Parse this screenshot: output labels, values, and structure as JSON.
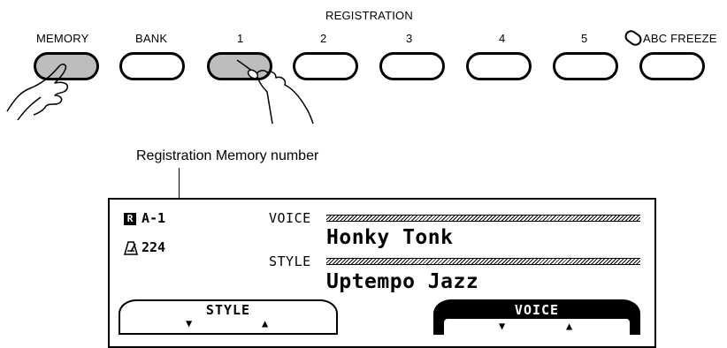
{
  "panel": {
    "registration_heading": "REGISTRATION",
    "memory_label": "MEMORY",
    "bank_label": "BANK",
    "reg_labels": [
      "1",
      "2",
      "3",
      "4",
      "5"
    ],
    "freeze_label": "ABC FREEZE"
  },
  "callout": {
    "text": "Registration Memory number"
  },
  "display": {
    "reg_icon": "R",
    "reg_number": "A-1",
    "tempo_icon": "metronome-icon",
    "tempo_value": "224",
    "voice_label": "VOICE",
    "voice_name": "Honky Tonk",
    "style_label": "STYLE",
    "style_name": "Uptempo Jazz",
    "style_tab": "STYLE",
    "voice_tab": "VOICE",
    "down_arrow": "▼",
    "up_arrow": "▲"
  }
}
